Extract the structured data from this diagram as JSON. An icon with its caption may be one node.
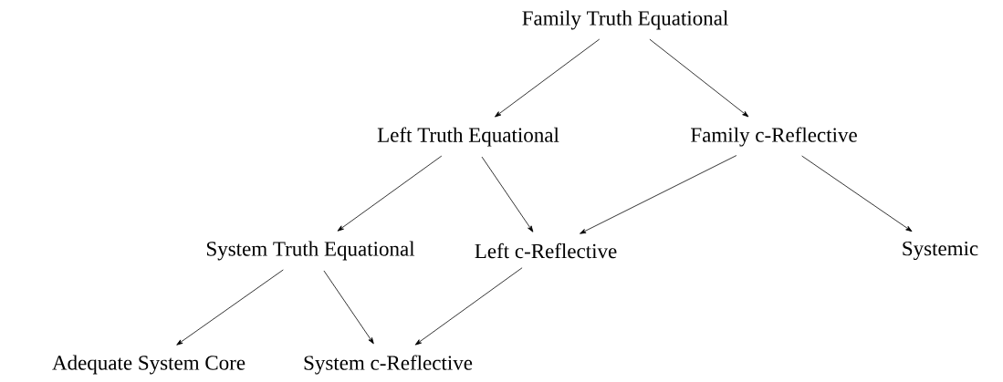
{
  "diagram": {
    "nodes": [
      {
        "text": [
          "Family Truth Equational"
        ]
      },
      {
        "text": [
          "Left Truth Equational"
        ]
      },
      {
        "text": [
          "Family c-Reflective"
        ]
      },
      {
        "text": [
          "System Truth Equational"
        ]
      },
      {
        "text": [
          "Left c-Reflective"
        ]
      },
      {
        "text": [
          "Systemic"
        ]
      },
      {
        "text": [
          "Adequate System Core"
        ]
      },
      {
        "text": [
          "System c-Reflective"
        ]
      }
    ],
    "edges": [
      {
        "from": 0,
        "to": 1,
        "arrow": "to"
      },
      {
        "from": 0,
        "to": 2,
        "arrow": "to"
      },
      {
        "from": 1,
        "to": 3,
        "arrow": "to"
      },
      {
        "from": 1,
        "to": 4,
        "arrow": "to"
      },
      {
        "from": 2,
        "to": 4,
        "arrow": "to"
      },
      {
        "from": 2,
        "to": 5,
        "arrow": "to"
      },
      {
        "from": 3,
        "to": 6,
        "arrow": "to"
      },
      {
        "from": 3,
        "to": 7,
        "arrow": "to"
      },
      {
        "from": 4,
        "to": 7,
        "arrow": "to"
      }
    ]
  }
}
